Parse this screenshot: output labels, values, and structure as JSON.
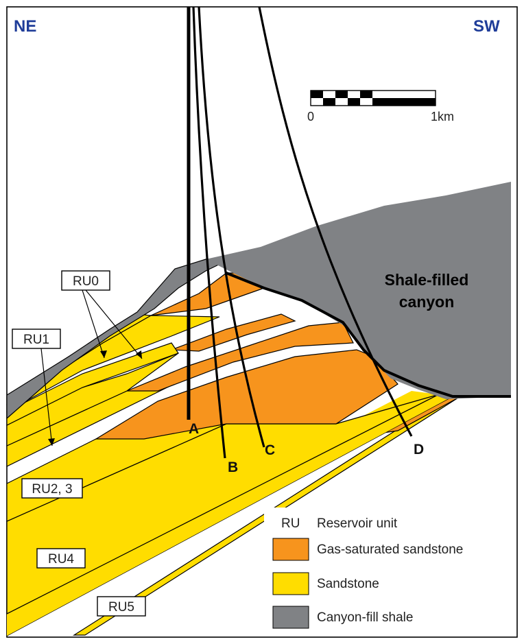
{
  "orientation": {
    "left": "NE",
    "right": "SW"
  },
  "colors": {
    "gas_sand": "#f7941d",
    "sand": "#ffdd00",
    "shale": "#808285",
    "direction_text": "#1f3d99",
    "outline": "#000000"
  },
  "scale_bar": {
    "start_label": "0",
    "end_label": "1km"
  },
  "canyon_label": {
    "line1": "Shale-filled",
    "line2": "canyon"
  },
  "reservoir_units": [
    "RU0",
    "RU1",
    "RU2, 3",
    "RU4",
    "RU5"
  ],
  "wells": [
    "A",
    "B",
    "C",
    "D"
  ],
  "legend": {
    "abbr": "RU",
    "abbr_meaning": "Reservoir unit",
    "items": [
      {
        "label": "Gas-saturated sandstone",
        "swatch": "gas_sand"
      },
      {
        "label": "Sandstone",
        "swatch": "sand"
      },
      {
        "label": "Canyon-fill shale",
        "swatch": "shale"
      }
    ]
  }
}
